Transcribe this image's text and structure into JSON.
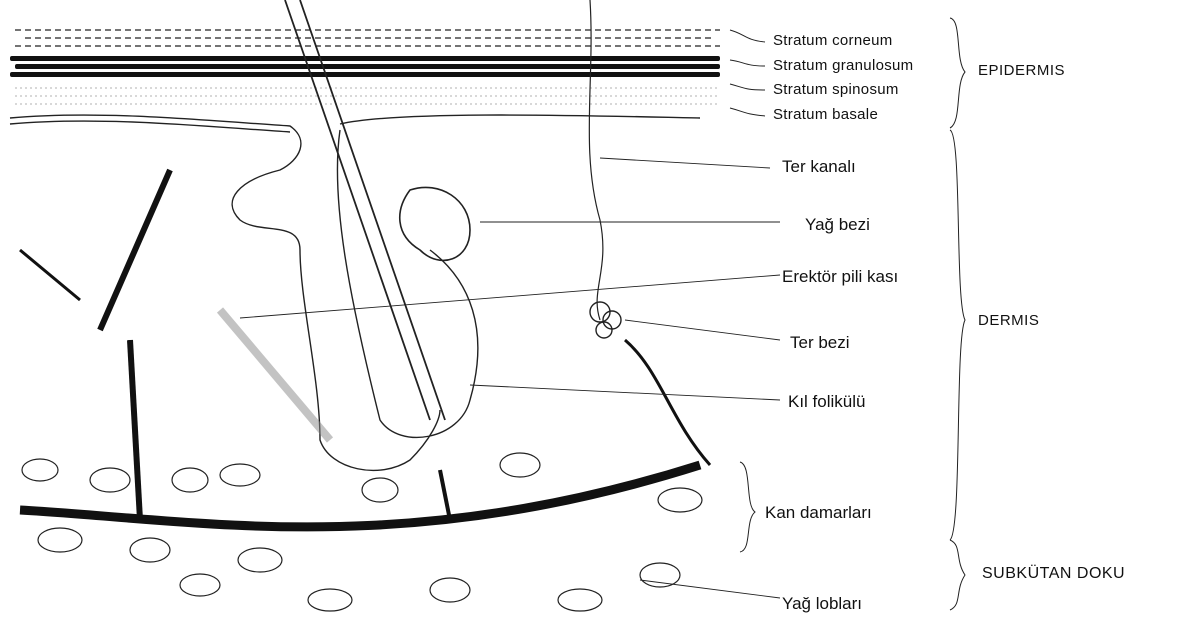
{
  "layers": {
    "corneum": "Stratum corneum",
    "granulosum": "Stratum granulosum",
    "spinosum": "Stratum spinosum",
    "basale": "Stratum basale"
  },
  "structures": {
    "sweat_duct": "Ter kanalı",
    "sebaceous_gland": "Yağ bezi",
    "arrector_pili": "Erektör pili kası",
    "sweat_gland": "Ter bezi",
    "hair_follicle": "Kıl folikülü",
    "blood_vessels": "Kan damarları",
    "fat_lobules": "Yağ lobları"
  },
  "regions": {
    "epidermis": "EPIDERMIS",
    "dermis": "DERMIS",
    "subcutaneous": "SUBKÜTAN DOKU"
  }
}
